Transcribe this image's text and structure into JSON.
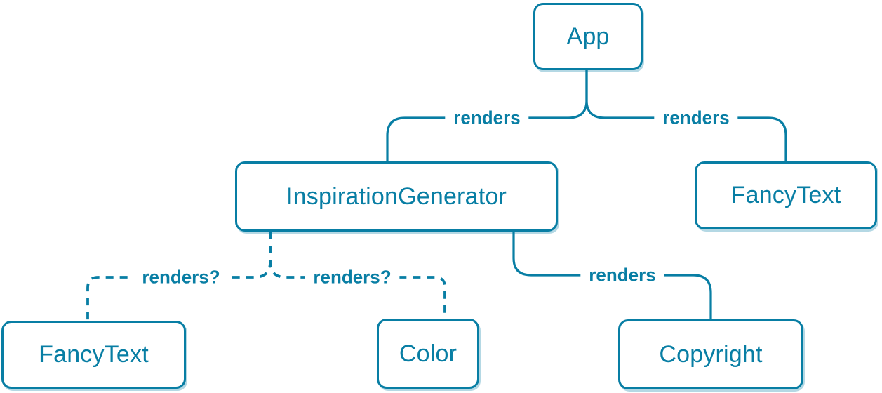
{
  "colors": {
    "accent": "#087ea4",
    "background": "#ffffff"
  },
  "nodes": [
    {
      "id": "app",
      "label": "App"
    },
    {
      "id": "inspiration-generator",
      "label": "InspirationGenerator"
    },
    {
      "id": "fancy-text-top",
      "label": "FancyText"
    },
    {
      "id": "fancy-text-bottom",
      "label": "FancyText"
    },
    {
      "id": "color",
      "label": "Color"
    },
    {
      "id": "copyright",
      "label": "Copyright"
    }
  ],
  "edges": [
    {
      "from": "app",
      "to": "inspiration-generator",
      "label": "renders",
      "style": "solid"
    },
    {
      "from": "app",
      "to": "fancy-text-top",
      "label": "renders",
      "style": "solid"
    },
    {
      "from": "inspiration-generator",
      "to": "fancy-text-bottom",
      "label": "renders?",
      "style": "dashed"
    },
    {
      "from": "inspiration-generator",
      "to": "color",
      "label": "renders?",
      "style": "dashed"
    },
    {
      "from": "inspiration-generator",
      "to": "copyright",
      "label": "renders",
      "style": "solid"
    }
  ]
}
